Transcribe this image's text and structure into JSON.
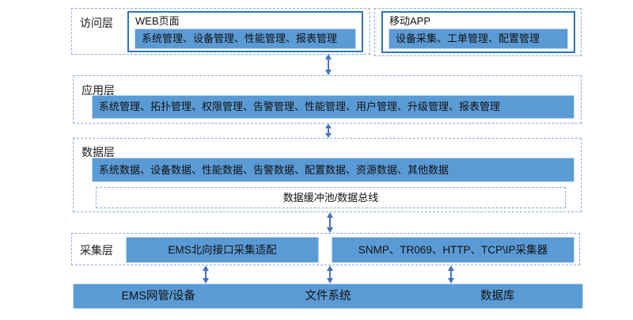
{
  "layers": {
    "access": {
      "label": "访问层",
      "web": {
        "title": "WEB页面",
        "bar": "系统管理、设备管理、性能管理、报表管理"
      },
      "mobile": {
        "title": "移动APP",
        "bar": "设备采集、工单管理、配置管理"
      }
    },
    "application": {
      "label": "应用层",
      "bar": "系统管理、拓扑管理、权限管理、告警管理、性能管理、用户管理、升级管理、报表管理"
    },
    "data": {
      "label": "数据层",
      "bar": "系统数据、设备数据、性能数据、告警数据、配置数据、资源数据、其他数据",
      "bus": "数据缓冲池/数据总线"
    },
    "collection": {
      "label": "采集层",
      "ems_adapter": "EMS北向接口采集适配",
      "collectors": "SNMP、TR069、HTTP、TCP\\IP采集器"
    },
    "resources": {
      "items": [
        "EMS网管/设备",
        "文件系统",
        "数据库"
      ]
    }
  },
  "colors": {
    "bar_fill": "#5B9BD5",
    "bar_border": "#BDD7EE",
    "solid_box_border": "#2E75B6",
    "dashed_border": "#8FAADC",
    "arrow": "#4472C4",
    "text": "#1A1A1A"
  }
}
